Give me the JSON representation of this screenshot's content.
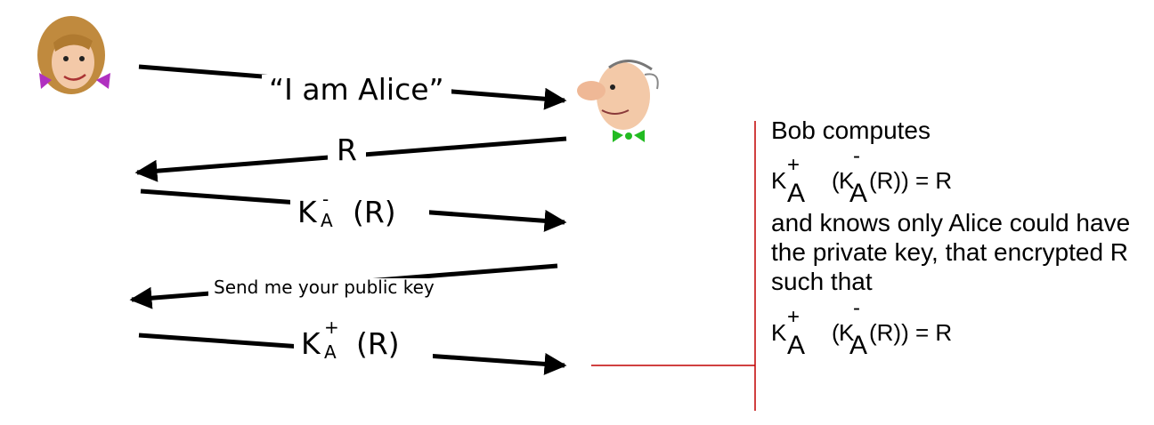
{
  "messages": {
    "alice_claim": "“I am Alice”",
    "nonce": "R",
    "signed_nonce": {
      "key": "K",
      "sub": "A",
      "sup": "-",
      "arg": "(R)"
    },
    "key_request": "Send me your public key",
    "public_key_reply": {
      "key": "K",
      "sub": "A",
      "sup": "+",
      "arg": "(R)"
    }
  },
  "note": {
    "heading": "Bob computes",
    "formula": {
      "outer_key": "K",
      "outer_sup": "+",
      "outer_sub": "A",
      "open": "(",
      "inner_key": "K",
      "inner_sup": "-",
      "inner_sub": "A",
      "tail": "(R)) = R"
    },
    "explanation": "and knows only Alice could have the private key, that encrypted R such that"
  },
  "colors": {
    "arrow": "#000000",
    "bracket": "#c00000",
    "hair": "#c08a3e",
    "dress": "#b030c0",
    "bowtie": "#22bb22"
  },
  "icons": [
    "alice-icon",
    "bob-icon"
  ]
}
